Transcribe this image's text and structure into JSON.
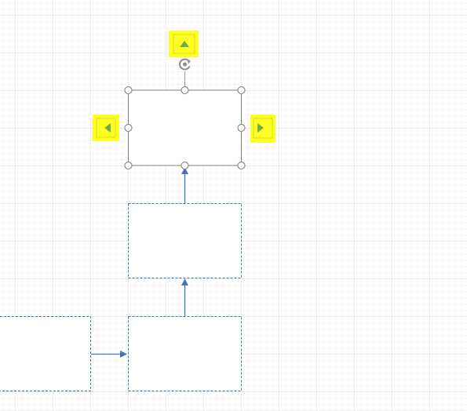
{
  "canvas": {
    "grid_visible": true,
    "grid_color": "#e6e6e6",
    "background": "#ffffff"
  },
  "shapes": [
    {
      "id": "selected-box",
      "style": "solid",
      "selected": true
    },
    {
      "id": "middle-box",
      "style": "dashed",
      "selected": false
    },
    {
      "id": "bottom-box",
      "style": "dashed",
      "selected": false
    },
    {
      "id": "left-box",
      "style": "dashed",
      "selected": false
    }
  ],
  "connectors": [
    {
      "from": "middle-box",
      "to": "selected-box",
      "direction": "up"
    },
    {
      "from": "bottom-box",
      "to": "middle-box",
      "direction": "up"
    },
    {
      "from": "left-box",
      "to": "bottom-box",
      "direction": "right"
    }
  ],
  "colors": {
    "connector": "#4472c4",
    "dashed_border": "#4472c4",
    "selected_border": "#808080",
    "handle": "#8c8c8c",
    "quick_add_bg": "#ffff00",
    "quick_add_arrow": "#70ad47"
  },
  "icons": {
    "rotate_handle": "rotate-icon",
    "quick_add_up": "quick-add-arrow-up-icon",
    "quick_add_left": "quick-add-arrow-left-icon",
    "quick_add_right": "quick-add-arrow-right-icon"
  }
}
